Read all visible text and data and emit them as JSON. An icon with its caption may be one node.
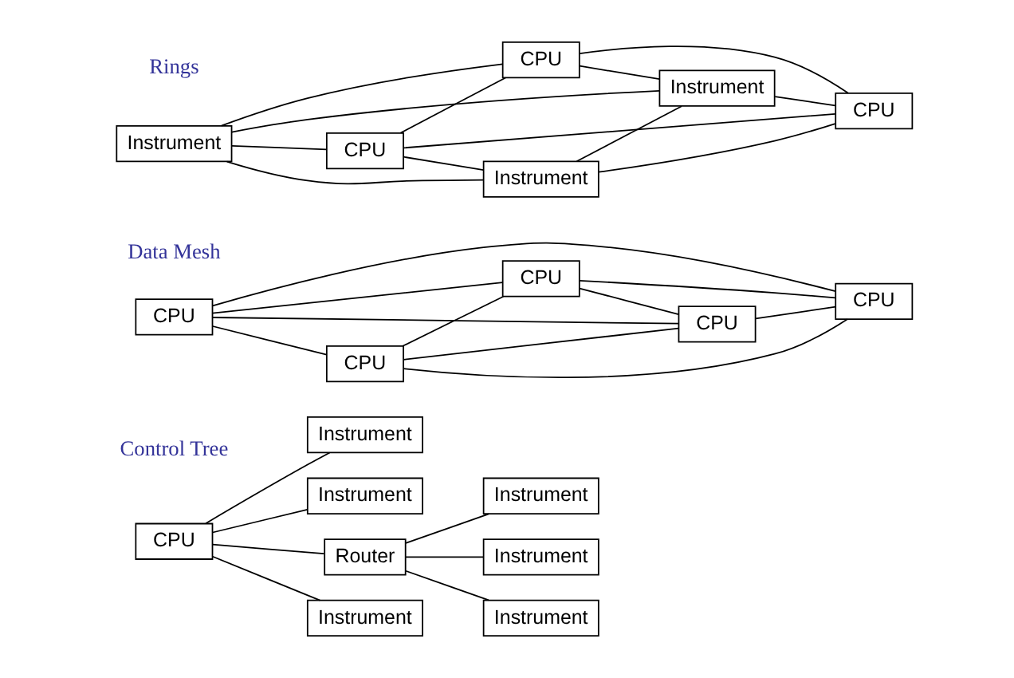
{
  "diagram": {
    "nodes": [
      {
        "text": [
          "CPU"
        ]
      },
      {
        "text": [
          "Instrument"
        ]
      },
      {
        "text": [
          "Router"
        ]
      },
      {
        "text": [
          "Instrument"
        ]
      },
      {
        "text": [
          "Instrument"
        ]
      },
      {
        "text": [
          "Instrument"
        ]
      },
      {
        "text": [
          "Instrument"
        ]
      },
      {
        "text": [
          "Instrument"
        ]
      },
      {
        "text": [
          "CPU"
        ]
      },
      {
        "text": [
          "CPU"
        ]
      },
      {
        "text": [
          "CPU"
        ]
      },
      {
        "text": [
          "CPU"
        ]
      },
      {
        "text": [
          "CPU"
        ]
      },
      {
        "text": [
          "Instrument"
        ]
      },
      {
        "text": [
          "CPU"
        ]
      },
      {
        "text": [
          "Instrument"
        ]
      },
      {
        "text": [
          "CPU"
        ]
      },
      {
        "text": [
          "Instrument"
        ]
      },
      {
        "text": [
          "CPU"
        ]
      }
    ],
    "edges": [
      {
        "from": 0,
        "to": 1,
        "arrow": "none"
      },
      {
        "from": 0,
        "to": 2,
        "arrow": "none"
      },
      {
        "from": 0,
        "to": 3,
        "arrow": "none"
      },
      {
        "from": 0,
        "to": 4,
        "arrow": "none"
      },
      {
        "from": 2,
        "to": 5,
        "arrow": "none"
      },
      {
        "from": 2,
        "to": 6,
        "arrow": "none"
      },
      {
        "from": 2,
        "to": 7,
        "arrow": "none"
      },
      {
        "from": 8,
        "to": 9,
        "arrow": "none"
      },
      {
        "from": 8,
        "to": 10,
        "arrow": "none"
      },
      {
        "from": 8,
        "to": 11,
        "arrow": "none"
      },
      {
        "from": 8,
        "to": 12,
        "arrow": "none"
      },
      {
        "from": 9,
        "to": 10,
        "arrow": "none"
      },
      {
        "from": 9,
        "to": 11,
        "arrow": "none"
      },
      {
        "from": 9,
        "to": 12,
        "arrow": "none"
      },
      {
        "from": 10,
        "to": 11,
        "arrow": "none"
      },
      {
        "from": 10,
        "to": 12,
        "arrow": "none"
      },
      {
        "from": 11,
        "to": 12,
        "arrow": "none"
      },
      {
        "from": 13,
        "to": 14,
        "arrow": "none"
      },
      {
        "from": 13,
        "to": 16,
        "arrow": "none"
      },
      {
        "from": 13,
        "to": 17,
        "arrow": "none"
      },
      {
        "from": 13,
        "to": 15,
        "arrow": "none"
      },
      {
        "from": 14,
        "to": 15,
        "arrow": "none"
      },
      {
        "from": 14,
        "to": 16,
        "arrow": "none"
      },
      {
        "from": 14,
        "to": 18,
        "arrow": "none"
      },
      {
        "from": 16,
        "to": 17,
        "arrow": "none"
      },
      {
        "from": 16,
        "to": 18,
        "arrow": "none"
      },
      {
        "from": 15,
        "to": 17,
        "arrow": "none"
      },
      {
        "from": 15,
        "to": 18,
        "arrow": "none"
      },
      {
        "from": 17,
        "to": 18,
        "arrow": "none"
      }
    ],
    "labels": [
      "Control Tree",
      "Rings",
      "Data Mesh"
    ]
  }
}
